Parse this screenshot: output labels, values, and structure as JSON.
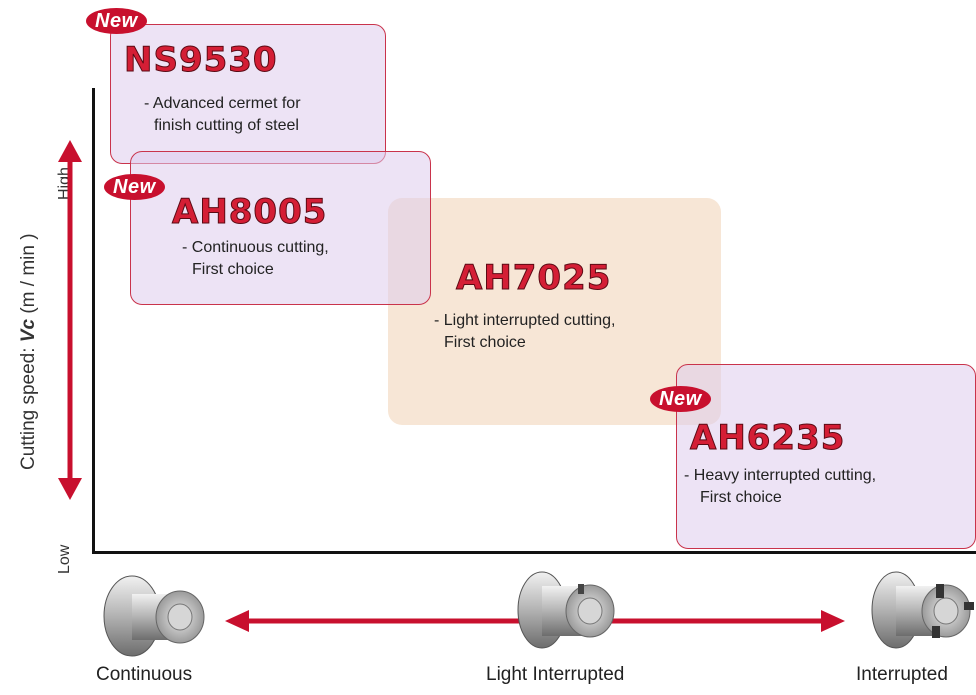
{
  "y_axis": {
    "label_prefix": "Cutting speed: ",
    "label_var": "Vc",
    "label_unit": " (m / min )",
    "high": "High",
    "low": "Low"
  },
  "new_label": "New",
  "grades": [
    {
      "name": "NS9530",
      "desc1": "- Advanced cermet for",
      "desc2": "finish cutting of steel"
    },
    {
      "name": "AH8005",
      "desc1": "- Continuous cutting,",
      "desc2": "First choice"
    },
    {
      "name": "AH7025",
      "desc1": "- Light interrupted cutting,",
      "desc2": "First choice"
    },
    {
      "name": "AH6235",
      "desc1": "- Heavy interrupted cutting,",
      "desc2": "First choice"
    }
  ],
  "bottom": {
    "continuous": "Continuous",
    "light": "Light Interrupted",
    "interrupted": "Interrupted"
  },
  "colors": {
    "accent": "#c8102e",
    "card_purple": "#decce9",
    "card_orange": "#f4dcc4"
  }
}
